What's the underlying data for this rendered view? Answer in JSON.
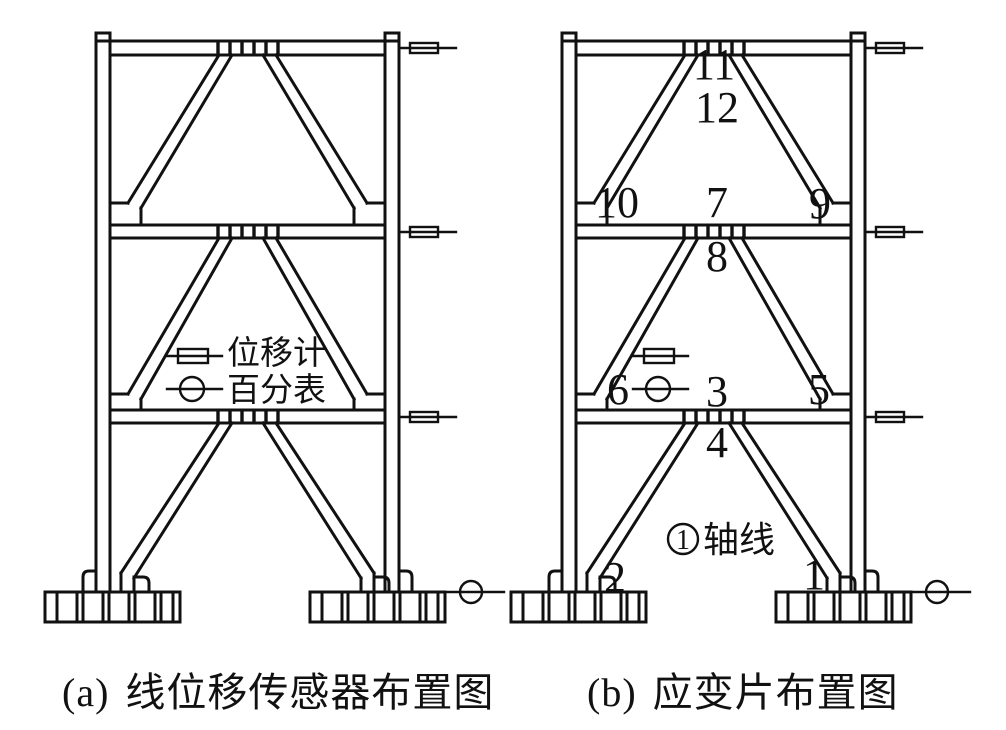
{
  "page": {
    "background": "#ffffff",
    "ink": "#111111"
  },
  "captions": {
    "a": {
      "index": "(a)",
      "title": "线位移传感器布置图"
    },
    "b": {
      "index": "(b)",
      "title": "应变片布置图"
    }
  },
  "legend": {
    "displacement_meter": "位移计",
    "dial_gauge": "百分表"
  },
  "icons": {
    "displacement_sensor": "small-rectangle-with-axial-line",
    "dial_gauge": "circle-with-axial-line"
  },
  "frame_b": {
    "gauges": [
      {
        "label": "11"
      },
      {
        "label": "12"
      },
      {
        "label": "10"
      },
      {
        "label": "7"
      },
      {
        "label": "9"
      },
      {
        "label": "8"
      },
      {
        "label": "6"
      },
      {
        "label": "3"
      },
      {
        "label": "5"
      },
      {
        "label": "4"
      },
      {
        "label": "2"
      },
      {
        "label": "1"
      }
    ],
    "axis_label": {
      "number": "1",
      "text": "轴线"
    }
  }
}
